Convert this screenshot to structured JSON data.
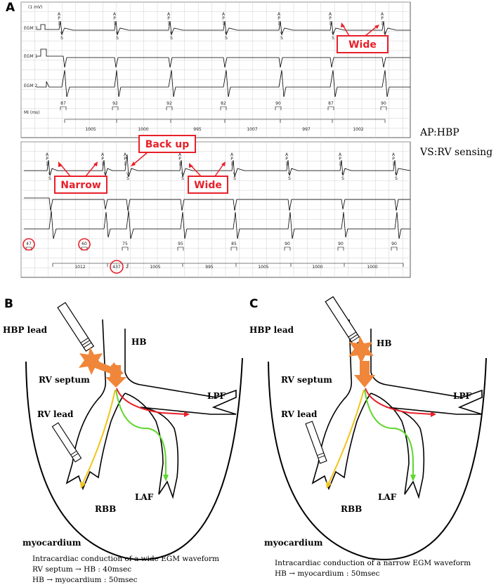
{
  "panels": {
    "a": "A",
    "b": "B",
    "c": "C"
  },
  "ecg": {
    "scale_label": "(1 mV)",
    "channels": [
      "EGM 3",
      "EGM 1",
      "EGM 2"
    ],
    "mi_label": "MI (ms)",
    "marker_ap": "AP",
    "marker_vs": "VS",
    "top_mi_values": [
      "87",
      "92",
      "92",
      "82",
      "90",
      "87",
      "90"
    ],
    "top_intervals": [
      "1005",
      "1000",
      "995",
      "1007",
      "997",
      "1002"
    ],
    "bottom_mi_values": [
      "47",
      "60",
      "75",
      "95",
      "85",
      "90",
      "90",
      "90"
    ],
    "bottom_intervals": [
      "1012",
      "437",
      "2",
      "1005",
      "995",
      "1005",
      "1000",
      "1000"
    ],
    "callouts": {
      "wide_top": "Wide",
      "narrow": "Narrow",
      "back_up": "Back up",
      "wide_bottom": "Wide"
    }
  },
  "legend": {
    "ap": "AP:HBP",
    "vs": "VS:RV sensing"
  },
  "diagram_b": {
    "hbp_lead": "HBP lead",
    "hb": "HB",
    "rv_septum": "RV septum",
    "rv_lead": "RV lead",
    "lpf": "LPF",
    "laf": "LAF",
    "rbb": "RBB",
    "myocardium": "myocardium",
    "caption": [
      "Intracardiac conduction of a wide EGM waveform",
      "RV septum → HB : 40msec",
      "HB → myocardium : 50msec"
    ]
  },
  "diagram_c": {
    "hbp_lead": "HBP lead",
    "hb": "HB",
    "rv_septum": "RV septum",
    "rv_lead": "RV lead",
    "lpf": "LPF",
    "laf": "LAF",
    "rbb": "RBB",
    "myocardium": "myocardium",
    "caption": [
      "Intracardiac conduction of a narrow EGM waveform",
      "HB → myocardium : 50msec"
    ]
  },
  "colors": {
    "callout": "#e8202a",
    "arrow_orange": "#f0863a",
    "red_path": "#e8202a",
    "yellow_path": "#f0c419",
    "green_path": "#5fd62c"
  }
}
